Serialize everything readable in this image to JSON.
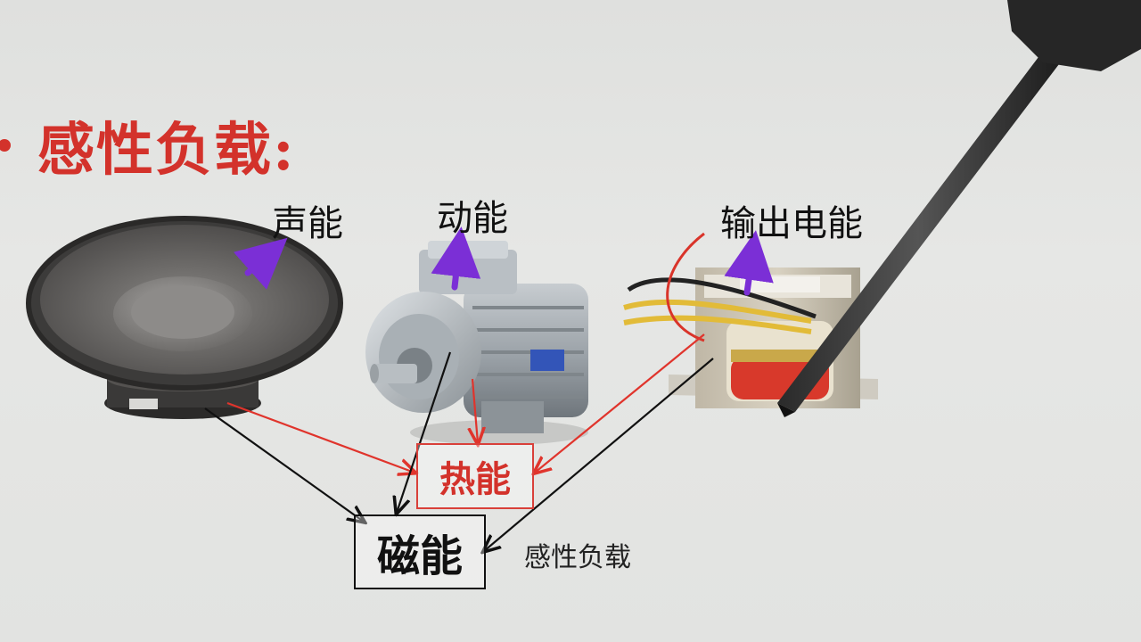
{
  "title": "感性负载:",
  "labels": {
    "sound": "声能",
    "kinetic": "动能",
    "output_electric": "输出电能",
    "heat": "热能",
    "magnetic": "磁能",
    "inductive_load": "感性负载"
  },
  "colors": {
    "title_red": "#d3322b",
    "arrow_purple": "#7b2fd6",
    "arrow_red": "#e0342c",
    "arrow_black": "#111111"
  },
  "images": {
    "speaker": "speaker-image",
    "motor": "motor-image",
    "transformer": "transformer-image",
    "pen": "stylus-pen"
  }
}
